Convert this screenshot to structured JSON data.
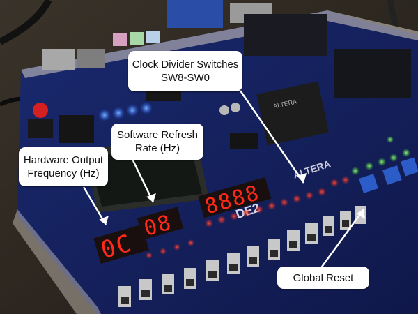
{
  "annotations": {
    "clock_divider": {
      "line1": "Clock Divider Switches",
      "line2": "SW8-SW0"
    },
    "software_refresh": {
      "line1": "Software Refresh",
      "line2": "Rate (Hz)"
    },
    "hardware_output": {
      "line1": "Hardware Output",
      "line2": "Frequency (Hz)"
    },
    "global_reset": {
      "label": "Global Reset"
    }
  },
  "board": {
    "brand": "ALTERA",
    "model": "DE2",
    "hex_display_left": "0C",
    "hex_display_mid": "08",
    "hex_display_right": "8888"
  },
  "colors": {
    "callout_bg": "#ffffff",
    "arrow": "#ffffff",
    "pcb": "#1d2a66",
    "seven_segment": "#ff2a1a",
    "led_red": "#ff3030",
    "led_green": "#7dff5a",
    "led_blue": "#3c8cff"
  }
}
